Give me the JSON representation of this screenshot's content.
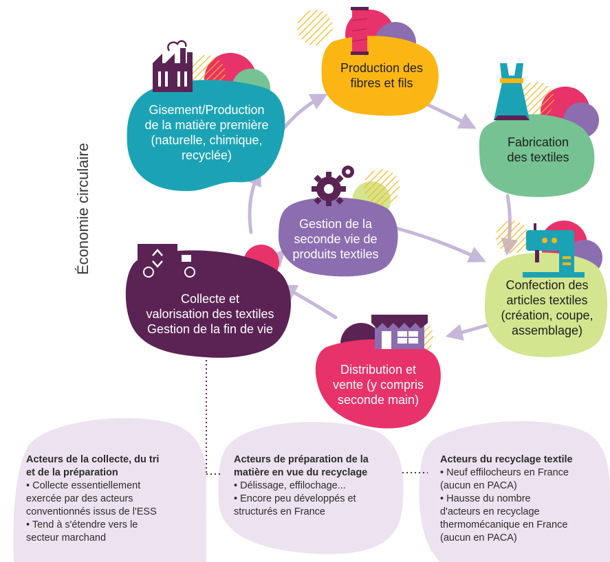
{
  "side_label": "Économie circulaire",
  "colors": {
    "gisement": "#1ba3b5",
    "fibres": "#fbb614",
    "fabrication": "#76c293",
    "confection": "#d3e58e",
    "distribution": "#e8326a",
    "collecte": "#5a2353",
    "seconde_vie": "#8c6daf",
    "arrows": "#c6b8d9",
    "actor_blobs": "#ede2ef",
    "icons": "#5a2353"
  },
  "stages": [
    {
      "id": "gisement",
      "lines": [
        "Gisement/Production",
        "de la matière première",
        "(naturelle, chimique,",
        "recyclée)"
      ]
    },
    {
      "id": "fibres",
      "lines": [
        "Production des",
        "fibres et fils"
      ]
    },
    {
      "id": "fabrication",
      "lines": [
        "Fabrication",
        "des textiles"
      ]
    },
    {
      "id": "confection",
      "lines": [
        "Confection des",
        "articles textiles",
        "(création, coupe,",
        "assemblage)"
      ]
    },
    {
      "id": "distribution",
      "lines": [
        "Distribution et",
        "vente (y compris",
        "seconde main)"
      ]
    },
    {
      "id": "collecte",
      "lines": [
        "Collecte et",
        "valorisation des textiles",
        "Gestion de la fin de vie"
      ]
    },
    {
      "id": "seconde_vie",
      "lines": [
        "Gestion de la",
        "seconde vie de",
        "produits textiles"
      ]
    }
  ],
  "actors": [
    {
      "title_lines": [
        "Acteurs de la collecte, du tri",
        "et de la préparation"
      ],
      "bullets": [
        [
          "• Collecte essentiellement",
          "exercée par des acteurs",
          "conventionnés issus de l'ESS"
        ],
        [
          "• Tend à s'étendre vers le",
          "secteur marchand"
        ]
      ]
    },
    {
      "title_lines": [
        "Acteurs de préparation de la",
        "matière en vue du recyclage"
      ],
      "bullets": [
        [
          "• Délissage, effilochage..."
        ],
        [
          "• Encore peu développés et",
          "structurés en France"
        ]
      ]
    },
    {
      "title_lines": [
        "Acteurs du recyclage textile"
      ],
      "bullets": [
        [
          "• Neuf effilocheurs en France",
          "(aucun en PACA)"
        ],
        [
          "• Hausse du nombre",
          "d'acteurs en recyclage",
          "thermomécanique en France",
          "(aucun en PACA)"
        ]
      ]
    }
  ]
}
